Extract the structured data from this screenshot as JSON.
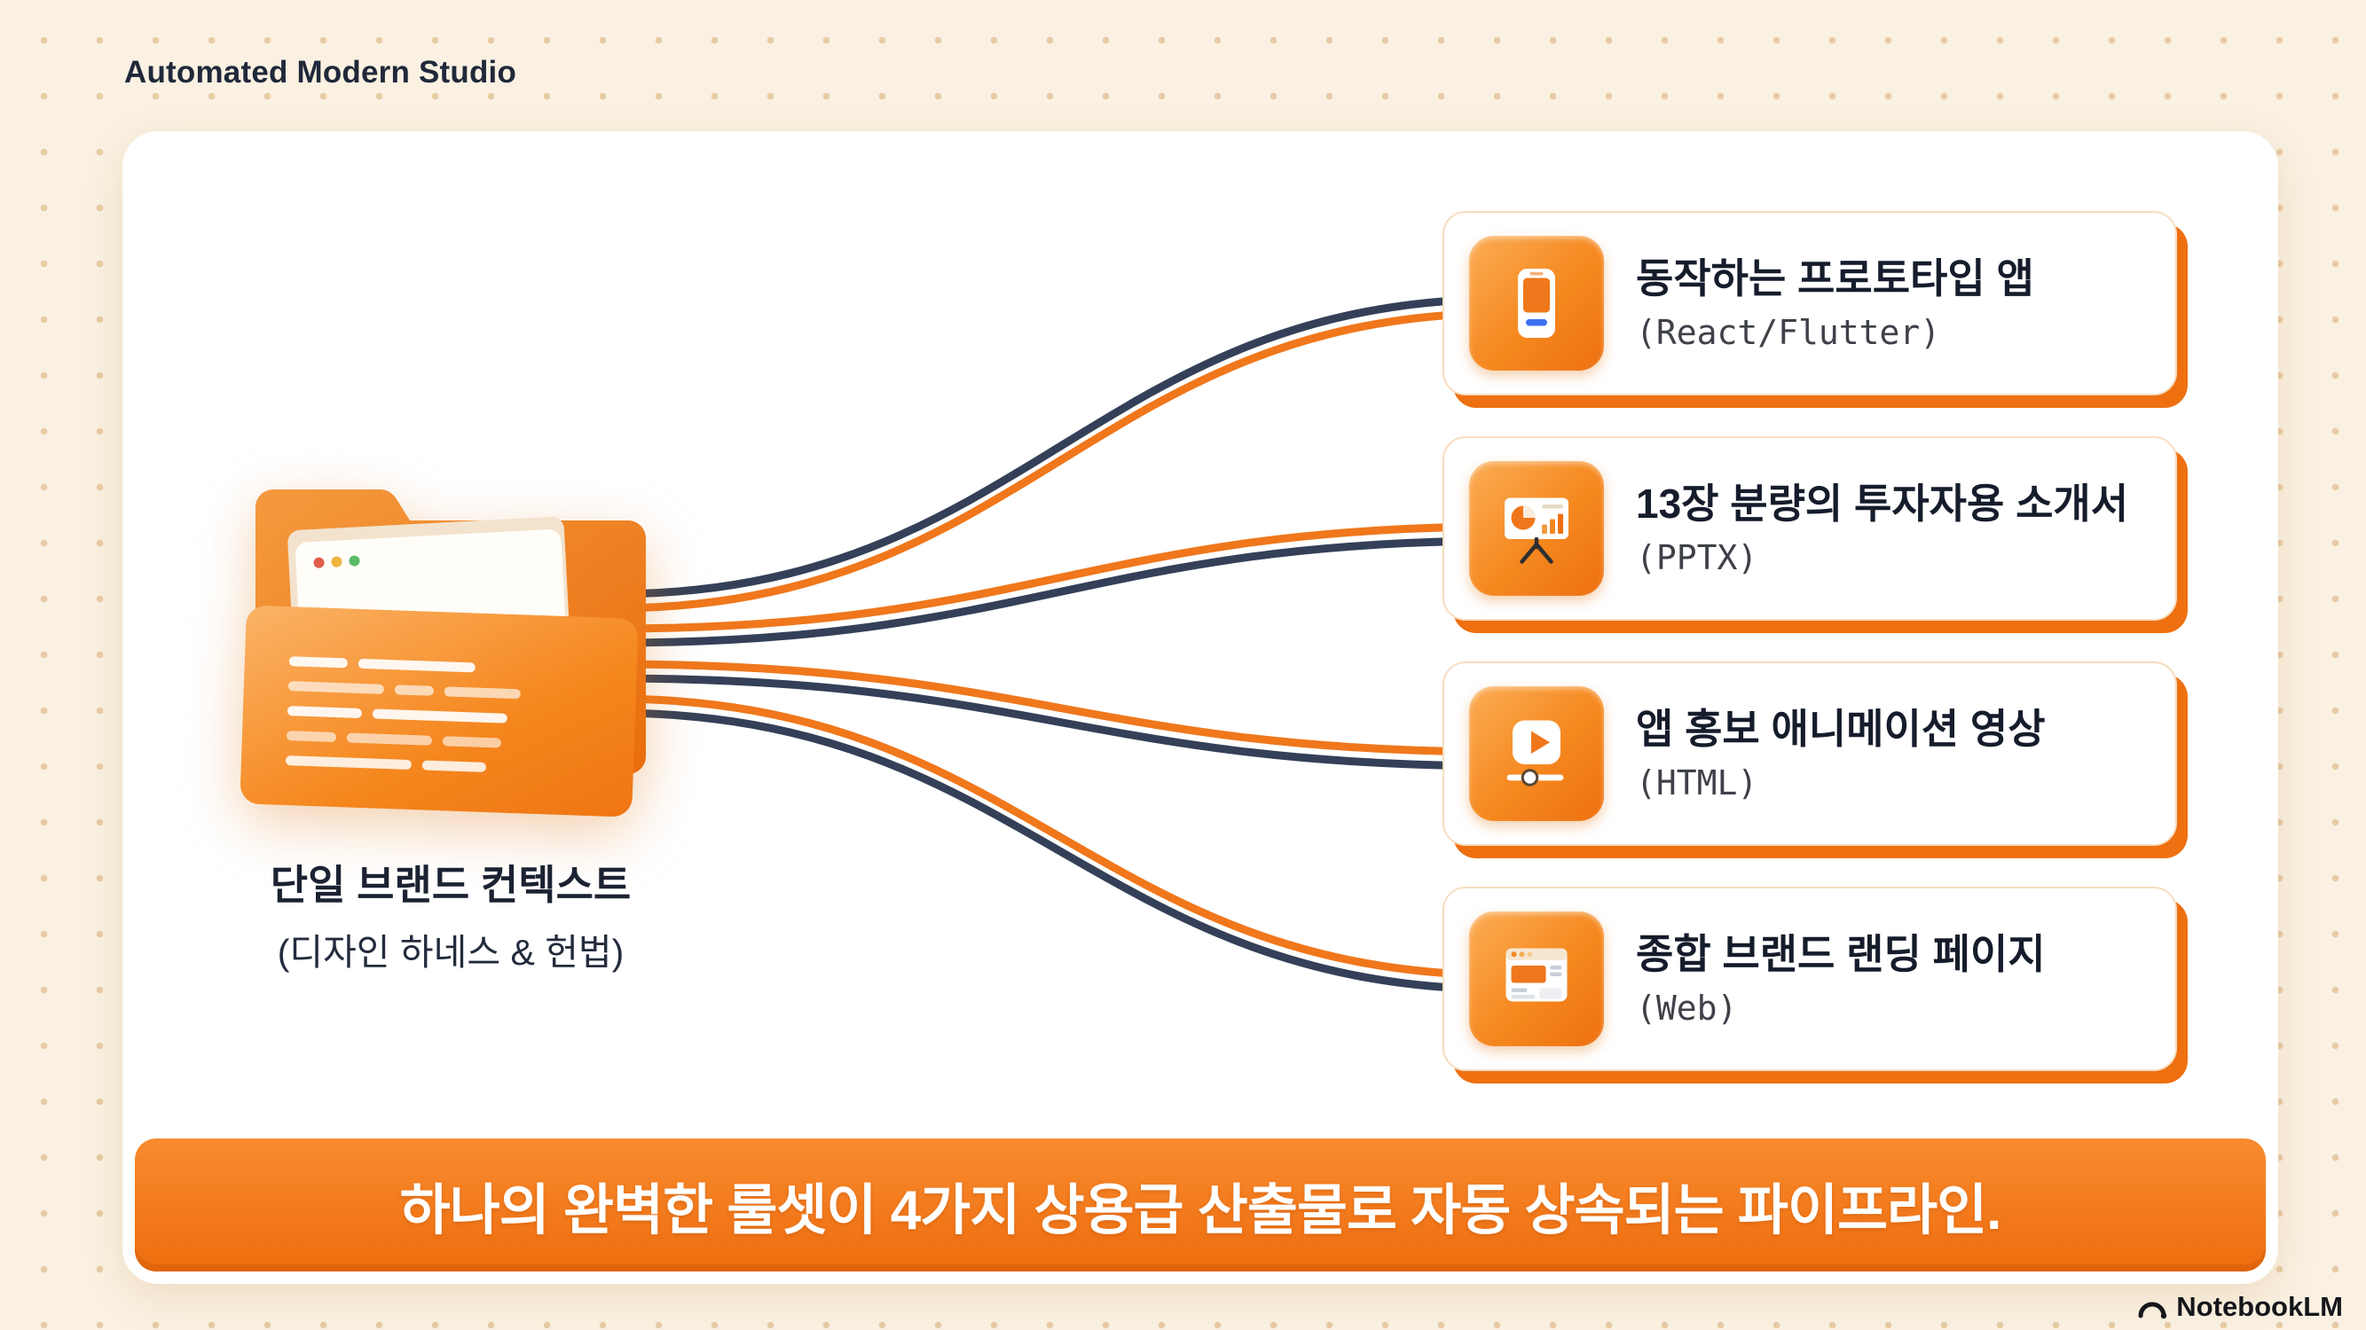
{
  "header": {
    "title": "Automated Modern Studio"
  },
  "source": {
    "title": "단일 브랜드 컨텍스트",
    "subtitle": "(디자인 하네스 & 헌법)",
    "icon": "folder-code-icon"
  },
  "outputs": [
    {
      "title": "동작하는 프로토타입 앱",
      "subtitle": "(React/Flutter)",
      "icon": "phone-prototype-icon"
    },
    {
      "title": "13장 분량의 투자자용 소개서",
      "subtitle": "(PPTX)",
      "icon": "presentation-chart-icon"
    },
    {
      "title": "앱 홍보 애니메이션 영상",
      "subtitle": "(HTML)",
      "icon": "video-play-icon"
    },
    {
      "title": "종합 브랜드 랜딩 페이지",
      "subtitle": "(Web)",
      "icon": "browser-window-icon"
    }
  ],
  "banner": {
    "text": "하나의 완벽한 룰셋이 4가지 상용급 산출물로 자동 상속되는 파이프라인."
  },
  "footer": {
    "brand": "NotebookLM",
    "icon": "notebooklm-logo-icon"
  },
  "colors": {
    "accent": "#EE7011",
    "accent_light": "#FBAD55",
    "line_orange": "#F0771B",
    "line_navy": "#344058",
    "background": "#FAF1E2",
    "dot": "#E7CBA6",
    "card_bg": "#FFFFFF",
    "text_dark": "#151C2B",
    "banner_text": "#FFFFFF"
  }
}
